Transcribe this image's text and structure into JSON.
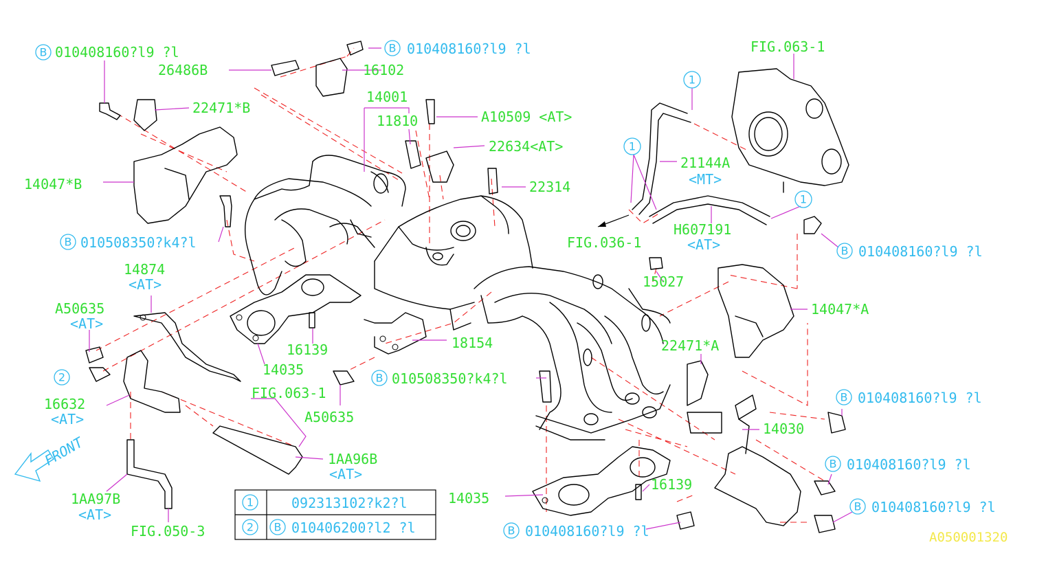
{
  "figure_id": "A050001320",
  "colors": {
    "label_green": "#33dd33",
    "label_cyan": "#33bbee",
    "leader_magenta": "#cc33cc",
    "dash_red": "#ee2222",
    "figure_id_yellow": "#f3e84a"
  },
  "icons": [
    "circle-b-icon",
    "circle-1-icon",
    "circle-2-icon",
    "front-arrow-icon"
  ],
  "circle_letters": {
    "b": "B",
    "one": "1",
    "two": "2"
  },
  "front_label": "FRONT",
  "labels": {
    "b010408160_top_left": "010408160?l9 ?l",
    "p26486b": "26486B",
    "b010408160_top_mid": "010408160?l9 ?l",
    "p16102": "16102",
    "p14001": "14001",
    "p11810": "11810",
    "a10509": "A10509 <AT>",
    "p22634": "22634<AT>",
    "p22314": "22314",
    "p22471b": "22471*B",
    "p14047b": "14047*B",
    "b010508350_left": "010508350?k4?l",
    "p14874": "14874",
    "p14874_at": "<AT>",
    "a50635_left": "A50635",
    "a50635_left_at": "<AT>",
    "p16632": "16632",
    "p16632_at": "<AT>",
    "p16139_upper": "16139",
    "p14035_upper": "14035",
    "fig063_1_lower": "FIG.063-1",
    "p18154": "18154",
    "b010508350_mid": "010508350?k4?l",
    "a50635_mid": "A50635",
    "p1aa96b": "1AA96B",
    "p1aa96b_at": "<AT>",
    "p1aa97b": "1AA97B",
    "p1aa97b_at": "<AT>",
    "fig050_3": "FIG.050-3",
    "fig063_1_top": "FIG.063-1",
    "p21144a": "21144A",
    "p21144a_mt": "<MT>",
    "fig036_1": "FIG.036-1",
    "h607191": "H607191",
    "h607191_at": "<AT>",
    "b010408160_right1": "010408160?l9 ?l",
    "p15027": "15027",
    "p14047a": "14047*A",
    "p22471a": "22471*A",
    "b010408160_right2": "010408160?l9 ?l",
    "p14030": "14030",
    "b010408160_right3": "010408160?l9 ?l",
    "b010408160_right4": "010408160?l9 ?l",
    "p16139_lower": "16139",
    "p14035_lower": "14035",
    "b010408160_bottom": "010408160?l9 ?l"
  },
  "legend_table": {
    "rows": [
      {
        "key": "1",
        "part": "092313102?k2?l",
        "has_b": false
      },
      {
        "key": "2",
        "part": "010406200?l2 ?l",
        "has_b": true
      }
    ]
  }
}
